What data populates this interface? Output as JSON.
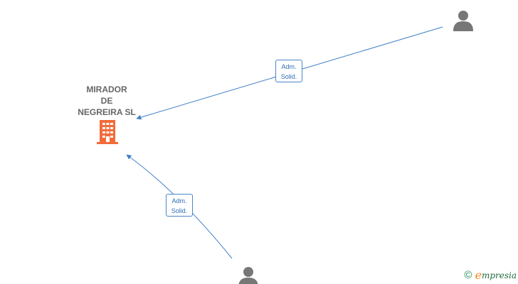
{
  "company": {
    "name_lines": [
      "MIRADOR",
      "DE",
      "NEGREIRA  SL"
    ],
    "icon": "building-icon",
    "color": "#f26b3a"
  },
  "persons": [
    {
      "icon": "person-icon",
      "color": "#777777"
    },
    {
      "icon": "person-icon",
      "color": "#777777"
    }
  ],
  "relations": [
    {
      "label_lines": [
        "Adm.",
        "Solid."
      ],
      "from": "person 1",
      "to": "company"
    },
    {
      "label_lines": [
        "Adm.",
        "Solid."
      ],
      "from": "person 2",
      "to": "company"
    }
  ],
  "edge_color": "#3f7fc6",
  "brand": {
    "copyright_symbol": "©",
    "logo_initial": "e",
    "logo_rest": "mpresia"
  }
}
